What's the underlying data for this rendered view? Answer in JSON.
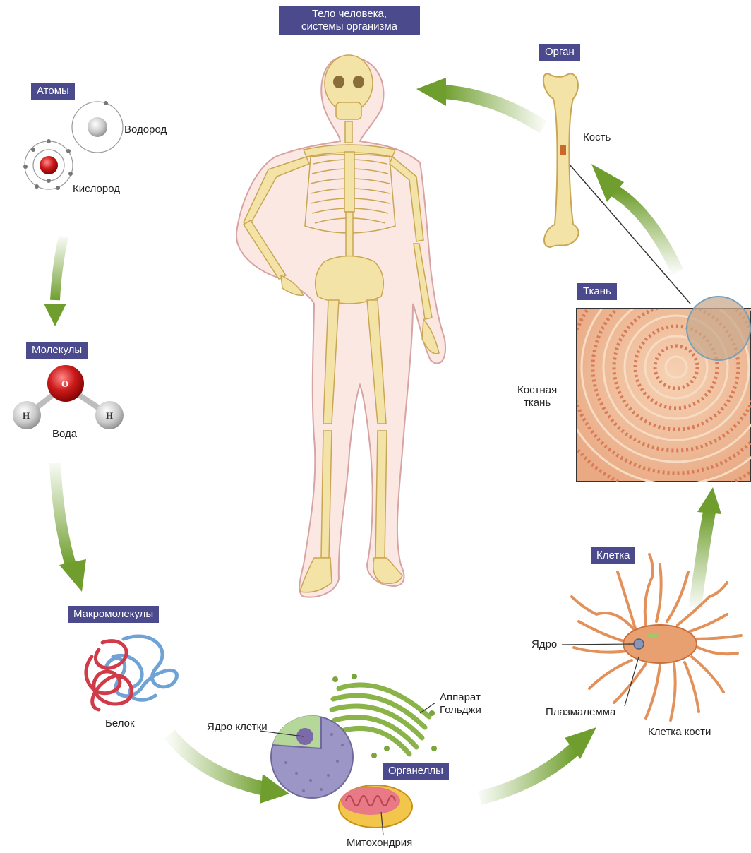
{
  "title": {
    "body": "Тело человека,\nсистемы организма"
  },
  "levels": {
    "atoms": "Атомы",
    "molecules": "Молекулы",
    "macromolecules": "Макромолекулы",
    "organelles": "Органеллы",
    "cell": "Клетка",
    "tissue": "Ткань",
    "organ": "Орган"
  },
  "labels": {
    "hydrogen": "Водород",
    "oxygen": "Кислород",
    "water": "Вода",
    "atom_o": "O",
    "atom_h1": "H",
    "atom_h2": "H",
    "protein": "Белок",
    "nucleus_cell": "Ядро клетки",
    "golgi": "Аппарат\nГольджи",
    "mitochondria": "Митохондрия",
    "nucleus": "Ядро",
    "plasmalemma": "Плазмалемма",
    "bone_cell": "Клетка кости",
    "bone_tissue": "Костная\nткань",
    "bone": "Кость"
  },
  "colors": {
    "tag_bg": "#4a4a8c",
    "arrow": "#7aa63c",
    "bone": "#f4e3a6",
    "tissue": "#e8a57c",
    "cell": "#e3915a"
  }
}
